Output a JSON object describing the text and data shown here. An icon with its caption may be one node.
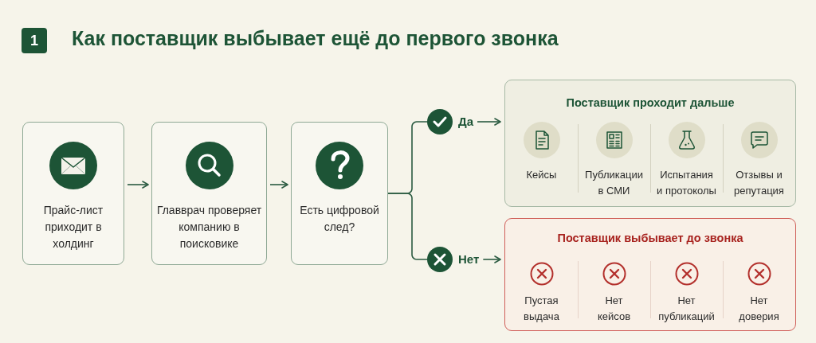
{
  "diagram": {
    "title": "Как поставщик выбывает ещё до первого звонка",
    "nodes": [
      {
        "text": [
          "1"
        ]
      },
      {
        "text": [
          "Прайс-лист приходит в холдинг"
        ]
      },
      {
        "text": [
          "Главврач проверяет компанию в поисковике"
        ]
      },
      {
        "text": [
          "Есть цифровой след?"
        ]
      },
      {
        "text": [
          "Да"
        ]
      },
      {
        "text": [
          "Нет"
        ]
      },
      {
        "text": [
          "Поставщик проходит дальше",
          "Кейсы",
          "Публикации в СМИ",
          "Испытания и протоколы",
          "Отзывы и репутация"
        ]
      },
      {
        "text": [
          "Поставщик выбывает до звонка",
          "Пустая выдача",
          "Нет кейсов",
          "Нет публикаций",
          "Нет доверия"
        ]
      }
    ],
    "edges": [
      {
        "from": 1,
        "to": 2,
        "arrow": "to"
      },
      {
        "from": 2,
        "to": 3,
        "arrow": "to"
      },
      {
        "from": 3,
        "to": 4,
        "arrow": "none"
      },
      {
        "from": 3,
        "to": 5,
        "arrow": "none"
      },
      {
        "from": 4,
        "to": 6,
        "arrow": "to"
      },
      {
        "from": 5,
        "to": 7,
        "arrow": "to"
      }
    ]
  }
}
